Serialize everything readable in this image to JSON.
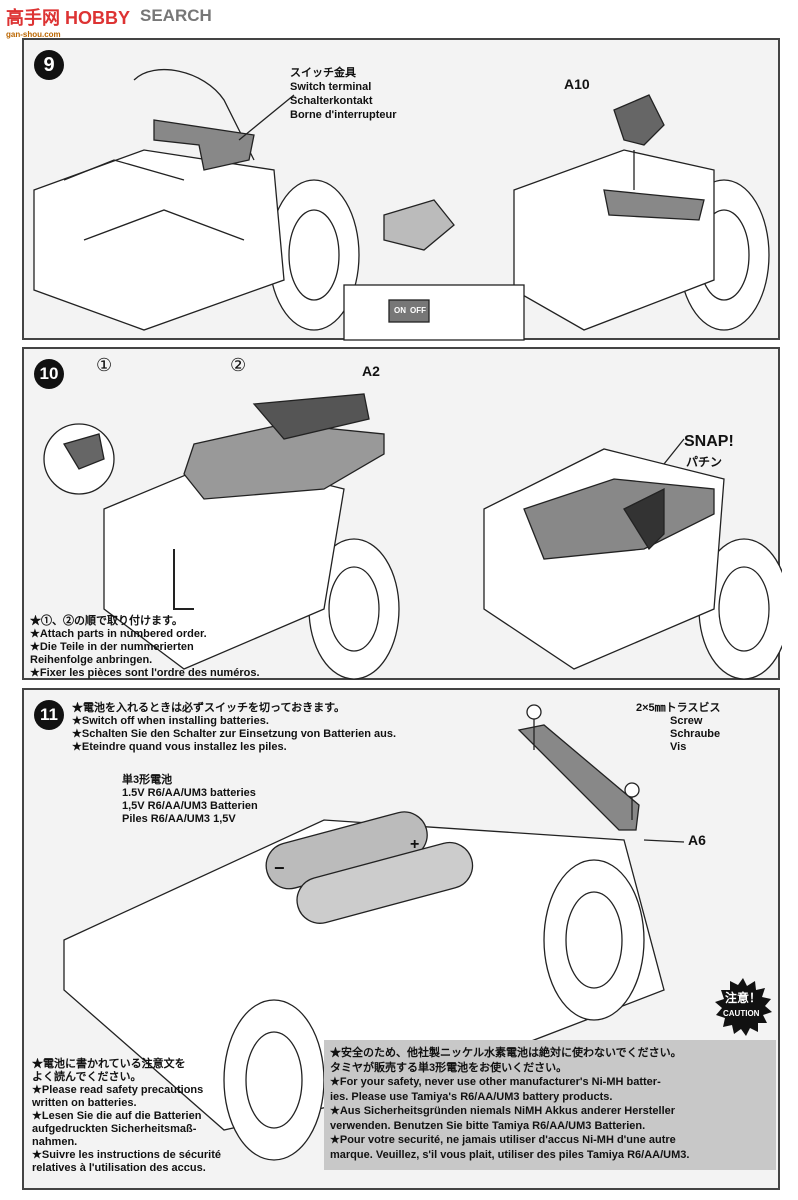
{
  "watermark": {
    "brand": "高手网 HOBBY",
    "search": "SEARCH",
    "url": "gan-shou.com"
  },
  "step9": {
    "number": "9",
    "part_label_jp": "スイッチ金具",
    "part_label_en": "Switch terminal",
    "part_label_de": "Schalterkontakt",
    "part_label_fr": "Borne d'interrupteur",
    "part_code": "A10",
    "switch_on": "ON",
    "switch_off": "OFF"
  },
  "step10": {
    "number": "10",
    "order_1": "①",
    "order_2": "②",
    "part_code": "A2",
    "snap_en": "SNAP!",
    "snap_jp": "パチン",
    "notes": [
      "★①、②の順で取り付けます。",
      "★Attach parts in numbered order.",
      "★Die Teile in der nummerierten",
      "Reihenfolge anbringen.",
      "★Fixer les pièces sont l'ordre des numéros."
    ]
  },
  "step11": {
    "number": "11",
    "notes": [
      "★電池を入れるときは必ずスイッチを切っておきます。",
      "★Switch off when installing batteries.",
      "★Schalten Sie den Schalter zur Einsetzung von Batterien aus.",
      "★Eteindre quand vous installez les piles."
    ],
    "battery_label": [
      "単3形電池",
      "1.5V R6/AA/UM3 batteries",
      "1,5V R6/AA/UM3 Batterien",
      "Piles R6/AA/UM3 1,5V"
    ],
    "screw_label": [
      "2×5㎜トラスビス",
      "Screw",
      "Schraube",
      "Vis"
    ],
    "part_code": "A6",
    "battery_plus": "+",
    "battery_minus": "−",
    "caution_jp": "注意！",
    "caution_en": "CAUTION",
    "left_notes": [
      "★電池に書かれている注意文を",
      "よく読んでください。",
      "★Please read safety precautions",
      "written on batteries.",
      "★Lesen Sie die auf die Batterien",
      "aufgedruckten Sicherheitsmaß-",
      "nahmen.",
      "★Suivre les instructions de sécurité",
      "relatives à l'utilisation des accus."
    ],
    "warning": [
      "★安全のため、他社製ニッケル水素電池は絶対に使わないでください。",
      "タミヤが販売する単3形電池をお使いください。",
      "★For your safety, never use other manufacturer's Ni-MH batter-",
      "ies. Please use Tamiya's R6/AA/UM3 battery products.",
      "★Aus Sicherheitsgründen niemals NiMH Akkus anderer Hersteller",
      "verwenden. Benutzen Sie bitte Tamiya R6/AA/UM3 Batterien.",
      "★Pour votre securité, ne jamais utiliser d'accus Ni-MH d'une autre",
      "marque. Veuillez, s'il vous plait, utiliser des piles Tamiya R6/AA/UM3."
    ]
  }
}
